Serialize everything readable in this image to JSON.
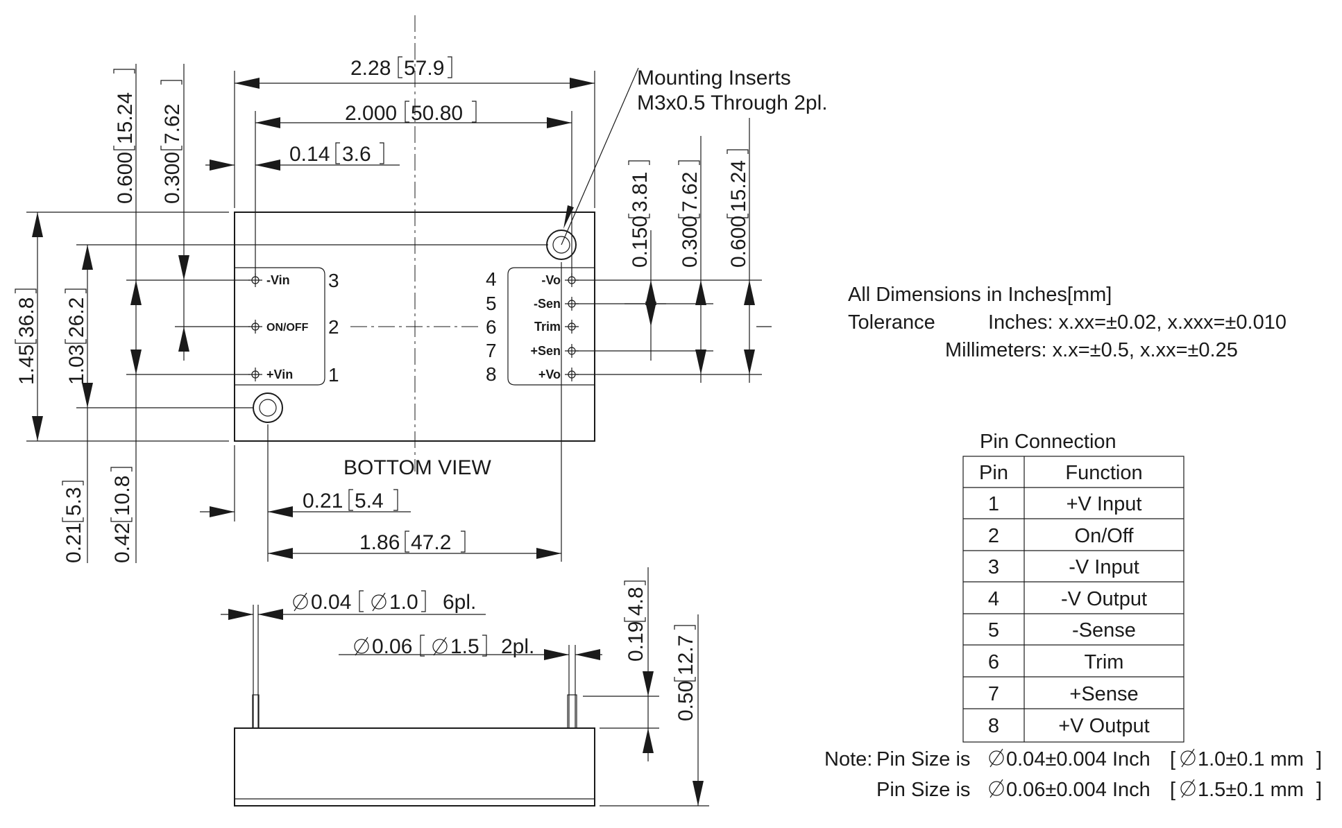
{
  "drawing": {
    "top_dims": {
      "width_total": {
        "in": "2.28",
        "mm": "57.9"
      },
      "pin_span": {
        "in": "2.000",
        "mm": "50.80"
      },
      "left_offset": {
        "in": "0.14",
        "mm": "3.6"
      },
      "mount_x_offset": {
        "in": "0.21",
        "mm": "5.4"
      },
      "mount_span": {
        "in": "1.86",
        "mm": "47.2"
      }
    },
    "left_dims": {
      "vin_span": {
        "in": "0.600",
        "mm": "15.24"
      },
      "vin_pitch": {
        "in": "0.300",
        "mm": "7.62"
      },
      "height_total": {
        "in": "1.45",
        "mm": "36.8"
      },
      "mount_span_v": {
        "in": "1.03",
        "mm": "26.2"
      },
      "mount_y_offset": {
        "in": "0.21",
        "mm": "5.3"
      },
      "vin_y_offset": {
        "in": "0.42",
        "mm": "10.8"
      }
    },
    "right_dims": {
      "vo_pitch_a": {
        "in": "0.150",
        "mm": "3.81"
      },
      "vo_pitch_b": {
        "in": "0.300",
        "mm": "7.62"
      },
      "vo_span": {
        "in": "0.600",
        "mm": "15.24"
      }
    },
    "mounting_note": {
      "line1": "Mounting Inserts",
      "line2": "M3x0.5 Through 2pl."
    },
    "bottom_view_label": "BOTTOM VIEW",
    "left_pins": [
      {
        "label": "-Vin",
        "num": "3"
      },
      {
        "label": "ON/OFF",
        "num": "2"
      },
      {
        "label": "+Vin",
        "num": "1"
      }
    ],
    "right_pins": [
      {
        "label": "-Vo",
        "num": "4"
      },
      {
        "label": "-Sen",
        "num": "5"
      },
      {
        "label": "Trim",
        "num": "6"
      },
      {
        "label": "+Sen",
        "num": "7"
      },
      {
        "label": "+Vo",
        "num": "8"
      }
    ],
    "side_view": {
      "pin_dia_small": {
        "in": "0.04",
        "mm": "1.0",
        "count": "6pl."
      },
      "pin_dia_large": {
        "in": "0.06",
        "mm": "1.5",
        "count": "2pl."
      },
      "pin_length": {
        "in": "0.19",
        "mm": "4.8"
      },
      "total_height": {
        "in": "0.50",
        "mm": "12.7"
      }
    }
  },
  "tolerances": {
    "line1": "All Dimensions in Inches[mm]",
    "label": "Tolerance",
    "inches": "Inches: x.xx=±0.02, x.xxx=±0.010",
    "millimeters": "Millimeters: x.x=±0.5, x.xx=±0.25"
  },
  "pin_table": {
    "title": "Pin Connection",
    "headers": [
      "Pin",
      "Function"
    ],
    "rows": [
      [
        "1",
        "+V Input"
      ],
      [
        "2",
        "On/Off"
      ],
      [
        "3",
        "-V Input"
      ],
      [
        "4",
        "-V Output"
      ],
      [
        "5",
        "-Sense"
      ],
      [
        "6",
        "Trim"
      ],
      [
        "7",
        "+Sense"
      ],
      [
        "8",
        "+V Output"
      ]
    ]
  },
  "pin_notes": {
    "note_prefix": "Note:",
    "pin_size_label": "Pin Size is",
    "small": {
      "value": "0.04±0.004 Inch",
      "mm": "1.0±0.1 mm"
    },
    "large": {
      "value": "0.06±0.004 Inch",
      "mm": "1.5±0.1 mm"
    }
  }
}
